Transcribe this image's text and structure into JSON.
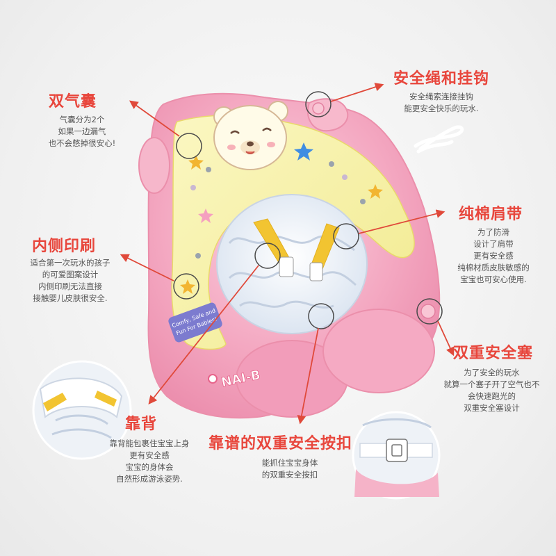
{
  "features": {
    "double_airbag": {
      "title": "双气囊",
      "lines": [
        "气囊分为2个",
        "如果一边漏气",
        "也不会憋掉很安心!"
      ]
    },
    "rope_hook": {
      "title": "安全绳和挂钩",
      "lines": [
        "安全绳索连接挂钩",
        "能更安全快乐的玩水."
      ]
    },
    "cotton_strap": {
      "title": "纯棉肩带",
      "lines": [
        "为了防滑",
        "设计了肩带",
        "更有安全感",
        "纯棉材质皮肤敏感的",
        "宝宝也可安心使用."
      ]
    },
    "inner_print": {
      "title": "内侧印刷",
      "lines": [
        "适合第一次玩水的孩子",
        "的可爱图案设计",
        "内侧印刷无法直接",
        "接触婴儿皮肤很安全."
      ]
    },
    "double_plug": {
      "title": "双重安全塞",
      "lines": [
        "为了安全的玩水",
        "就算一个塞子开了空气也不",
        "会快速跑光的",
        "双重安全塞设计"
      ]
    },
    "backrest": {
      "title": "靠背",
      "lines": [
        "靠背能包裹住宝宝上身",
        "更有安全感",
        "宝宝的身体会",
        "自然形成游泳姿势."
      ]
    },
    "buckle": {
      "title": "靠谱的双重安全按扣",
      "lines": [
        "能抓住宝宝身体",
        "的双重安全按扣"
      ]
    }
  },
  "product": {
    "slogan_lines": [
      "Comfy, Safe and",
      "Fun For Babies!"
    ],
    "brand": "NAI-B"
  },
  "colors": {
    "title_red": "#e8463c",
    "arrow_red": "#e0493a",
    "float_pink": "#f4a2bd",
    "float_yellow": "#f6f1a4",
    "strap_yellow": "#f2c431"
  }
}
